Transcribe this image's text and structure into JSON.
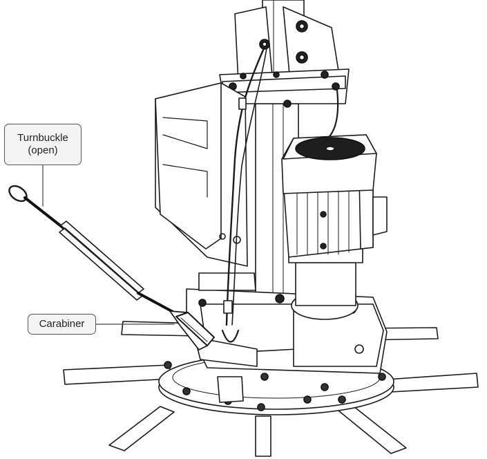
{
  "callouts": {
    "turnbuckle": {
      "line1": "Turnbuckle",
      "line2": "(open)"
    },
    "carabiner": {
      "label": "Carabiner"
    }
  },
  "colors": {
    "stroke": "#1a1a1a",
    "fill": "#ffffff",
    "dark": "#222222",
    "callout_bg": "#f4f4f4"
  }
}
